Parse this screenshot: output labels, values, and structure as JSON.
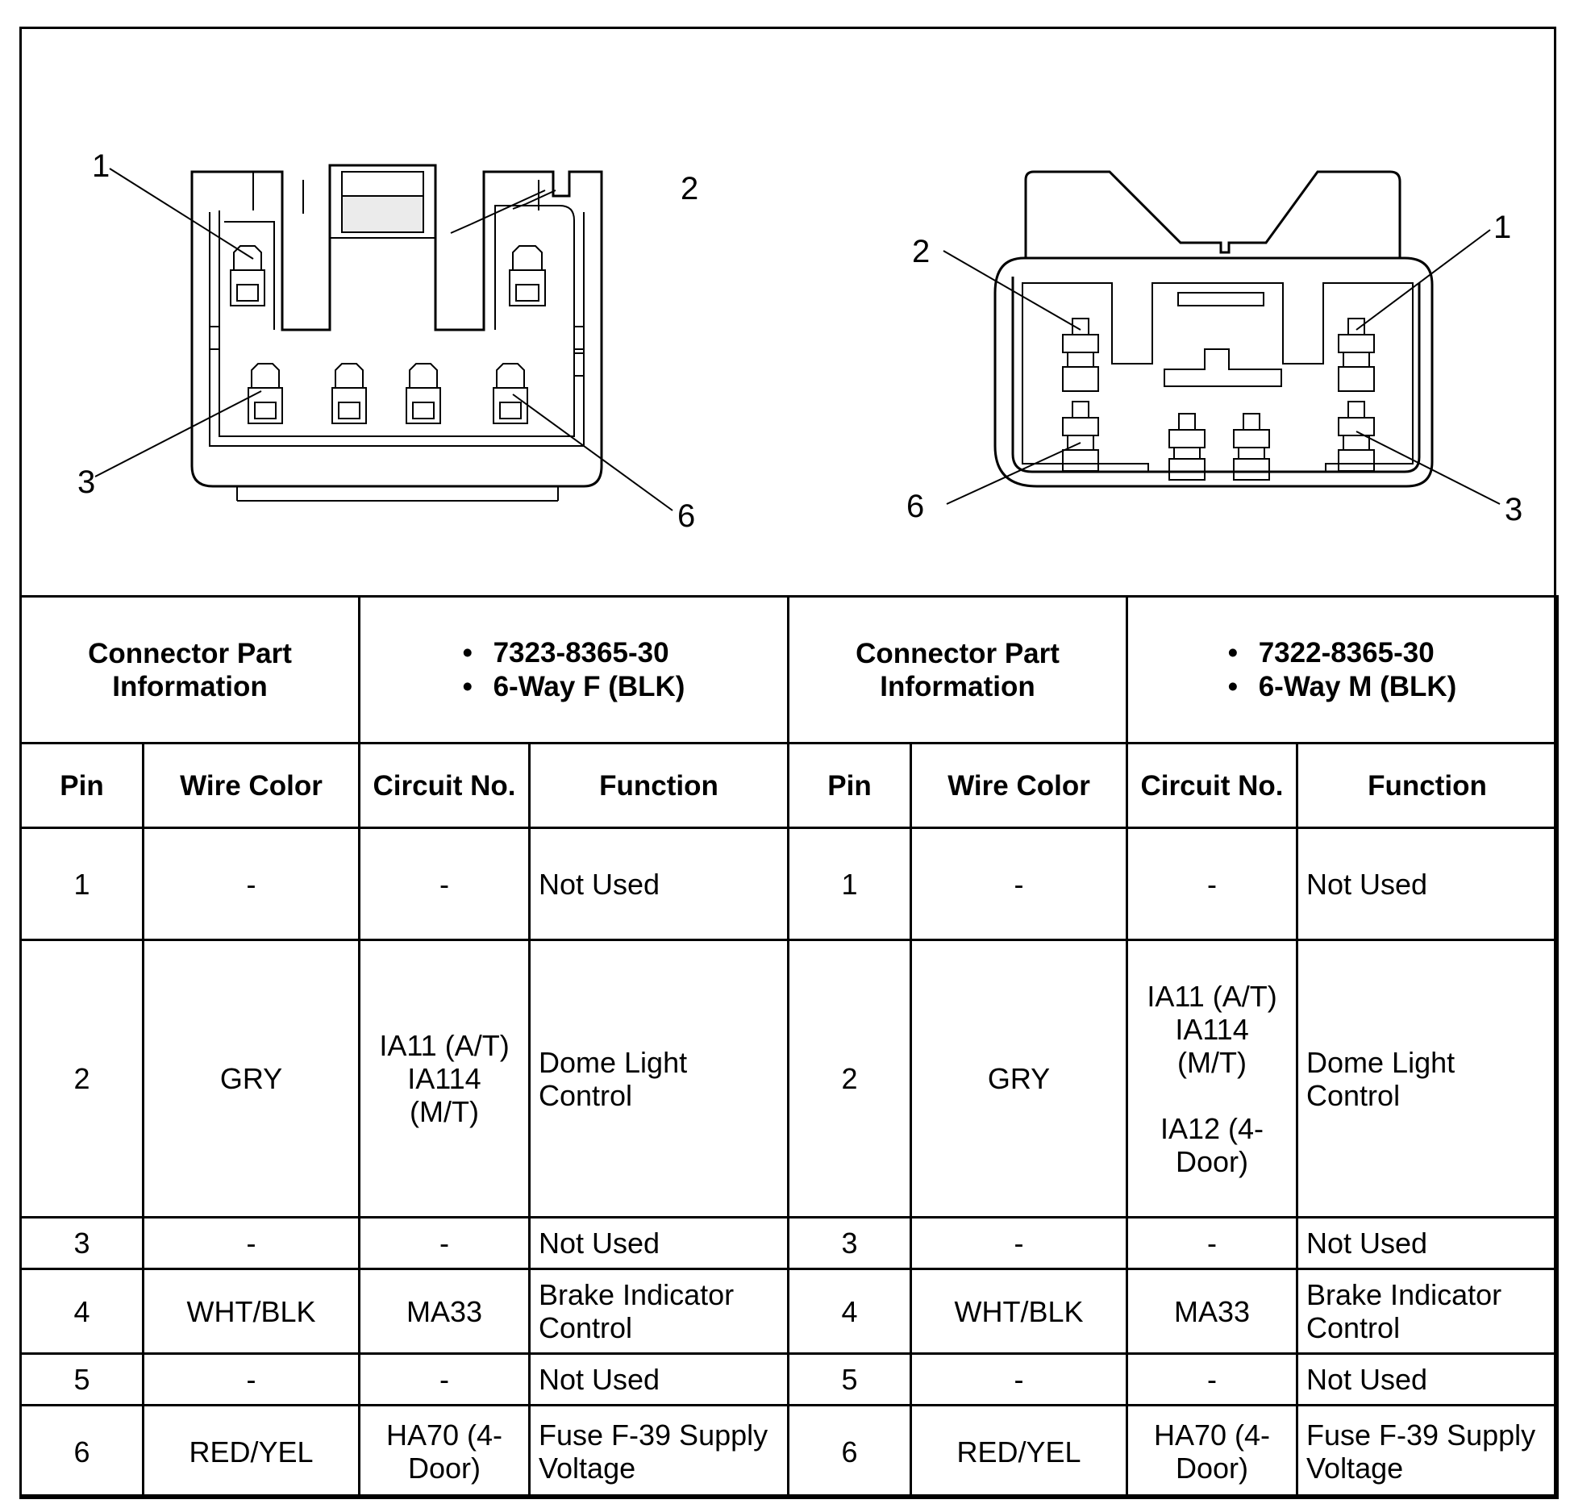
{
  "diagram": {
    "female_connector": {
      "callouts": [
        "1",
        "2",
        "3",
        "6"
      ]
    },
    "male_connector": {
      "callouts": [
        "2",
        "1",
        "6",
        "3"
      ]
    }
  },
  "table": {
    "left": {
      "part_label": "Connector Part Information",
      "part_info": [
        "7323-8365-30",
        "6-Way F (BLK)"
      ],
      "headers": {
        "pin": "Pin",
        "wire_color": "Wire Color",
        "circuit": "Circuit No.",
        "function": "Function"
      },
      "rows": [
        {
          "pin": "1",
          "wire_color": "-",
          "circuit": [
            "-"
          ],
          "function": "Not Used"
        },
        {
          "pin": "2",
          "wire_color": "GRY",
          "circuit": [
            "IA11 (A/T)",
            "IA114",
            "(M/T)"
          ],
          "function": "Dome Light Control"
        },
        {
          "pin": "3",
          "wire_color": "-",
          "circuit": [
            "-"
          ],
          "function": "Not Used"
        },
        {
          "pin": "4",
          "wire_color": "WHT/BLK",
          "circuit": [
            "MA33"
          ],
          "function": "Brake Indicator Control"
        },
        {
          "pin": "5",
          "wire_color": "-",
          "circuit": [
            "-"
          ],
          "function": "Not Used"
        },
        {
          "pin": "6",
          "wire_color": "RED/YEL",
          "circuit": [
            "HA70 (4-",
            "Door)"
          ],
          "function": "Fuse F-39 Supply Voltage"
        }
      ]
    },
    "right": {
      "part_label": "Connector Part Information",
      "part_info": [
        "7322-8365-30",
        "6-Way M (BLK)"
      ],
      "headers": {
        "pin": "Pin",
        "wire_color": "Wire Color",
        "circuit": "Circuit No.",
        "function": "Function"
      },
      "rows": [
        {
          "pin": "1",
          "wire_color": "-",
          "circuit": [
            "-"
          ],
          "function": "Not Used"
        },
        {
          "pin": "2",
          "wire_color": "GRY",
          "circuit": [
            "IA11 (A/T)",
            "IA114",
            "(M/T)",
            "IA12 (4-",
            "Door)"
          ],
          "function": "Dome Light Control"
        },
        {
          "pin": "3",
          "wire_color": "-",
          "circuit": [
            "-"
          ],
          "function": "Not Used"
        },
        {
          "pin": "4",
          "wire_color": "WHT/BLK",
          "circuit": [
            "MA33"
          ],
          "function": "Brake Indicator Control"
        },
        {
          "pin": "5",
          "wire_color": "-",
          "circuit": [
            "-"
          ],
          "function": "Not Used"
        },
        {
          "pin": "6",
          "wire_color": "RED/YEL",
          "circuit": [
            "HA70 (4-",
            "Door)"
          ],
          "function": "Fuse F-39 Supply Voltage"
        }
      ]
    }
  }
}
